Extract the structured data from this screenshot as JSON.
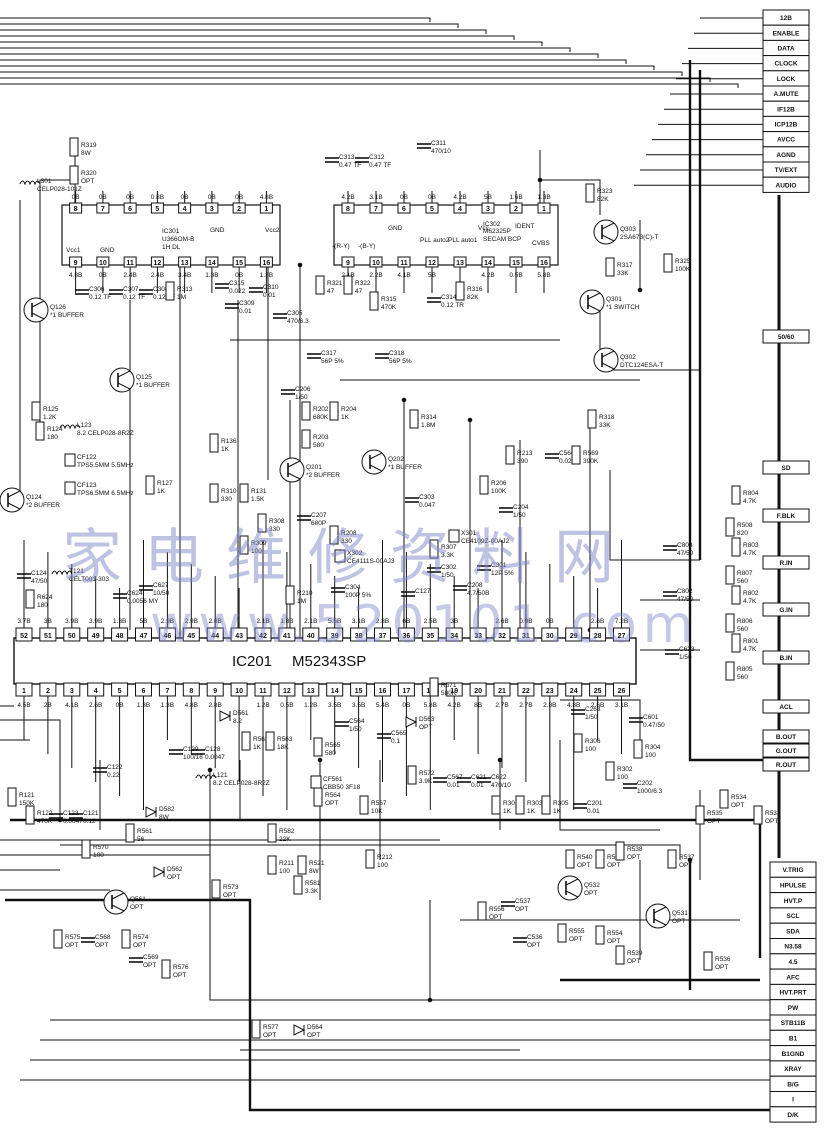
{
  "main_ic": {
    "ref": "IC201",
    "part": "M52343SP"
  },
  "watermark": {
    "line1": "家电维修资料网",
    "line2": "www.520101.com"
  },
  "connector_right": [
    "12B",
    "ENABLE",
    "DATA",
    "CLOCK",
    "LOCK",
    "A.MUTE",
    "IF12B",
    "ICP12B",
    "AVCC",
    "AGND",
    "TV/EXT",
    "AUDIO"
  ],
  "connector_right_mid": [
    "50/60",
    "SD",
    "F.BLK",
    "R.IN",
    "G.IN",
    "B.IN",
    "ACL",
    "B.OUT",
    "G.OUT",
    "R.OUT"
  ],
  "connector_bottom": [
    "V.TRIG",
    "HPULSE",
    "HVT.P",
    "SCL",
    "SDA",
    "N3.58",
    "4.5",
    "AFC",
    "HVT.PRT",
    "PW",
    "STB11B",
    "B1",
    "B1GND",
    "XRAY",
    "B/G",
    "I",
    "D/K"
  ],
  "ic_top_pins": [
    "52",
    "51",
    "50",
    "49",
    "48",
    "47",
    "46",
    "45",
    "44",
    "43",
    "42",
    "41",
    "40",
    "39",
    "38",
    "37",
    "36",
    "35",
    "34",
    "33",
    "32",
    "31",
    "30",
    "29",
    "28",
    "27"
  ],
  "ic_bottom_pins": [
    "1",
    "2",
    "3",
    "4",
    "5",
    "6",
    "7",
    "8",
    "9",
    "10",
    "11",
    "12",
    "13",
    "14",
    "15",
    "16",
    "17",
    "18",
    "19",
    "20",
    "21",
    "22",
    "23",
    "24",
    "25",
    "26"
  ],
  "ic_top_volts": [
    "3.7B",
    "3B",
    "3.9B",
    "3.9B",
    "1.3B",
    "5B",
    "2.9B",
    "2.9B",
    "2.8B",
    "",
    "2.1B",
    "1.8B",
    "2.1B",
    "5.5B",
    "3.1B",
    "2.3B",
    "6B",
    "2.5B",
    "3B",
    "",
    "2.6B",
    "0.9B",
    "0B",
    "",
    "2.6B",
    "7.2B"
  ],
  "ic_bottom_volts": [
    "4.5B",
    "2B",
    "4.1B",
    "2.6B",
    "0B",
    "1.3B",
    "1.3B",
    "4.8B",
    "2.8B",
    "",
    "1.2B",
    "0.5B",
    "1.2B",
    "3.5B",
    "3.5B",
    "5.4B",
    "0B",
    "5.8B",
    "4.2B",
    "8B",
    "2.7B",
    "2.7B",
    "2.8B",
    "4.8B",
    "2.6B",
    "3.1B"
  ],
  "ic301": {
    "ref": "IC301",
    "part": "U366OM-B",
    "desc": "1H DL",
    "top_pins": [
      "8",
      "7",
      "6",
      "5",
      "4",
      "3",
      "2",
      "1"
    ],
    "bottom_pins": [
      "9",
      "10",
      "11",
      "12",
      "13",
      "14",
      "15",
      "16"
    ],
    "labels": [
      "Vcc1",
      "GND",
      "GND",
      "Vcc2"
    ],
    "top_volts": [
      "0B",
      "0B",
      "0B",
      "0.8B",
      "0B",
      "0B",
      "0B",
      "4.8B"
    ],
    "bottom_volts": [
      "4.8B",
      "0B",
      "2.4B",
      "2.4B",
      "3.4B",
      "1.3B",
      "0B",
      "1.3B"
    ]
  },
  "ic302": {
    "ref": "IC302",
    "part": "M62325P",
    "desc": "SECAM BCP",
    "top_pins": [
      "8",
      "7",
      "6",
      "5",
      "4",
      "3",
      "2",
      "1"
    ],
    "bottom_pins": [
      "9",
      "10",
      "11",
      "12",
      "13",
      "14",
      "15",
      "16"
    ],
    "labels": [
      "GND",
      "Vcc",
      "IDENT",
      "-(R-Y)",
      "-(B-Y)",
      "PLL auto2",
      "PLL auto1",
      "CVBS"
    ],
    "top_volts": [
      "4.2B",
      "3.1B",
      "0B",
      "0B",
      "4.2B",
      "5B",
      "1.6B",
      "1.3B"
    ],
    "bottom_volts": [
      "2.1B",
      "2.2B",
      "4.1B",
      "5B",
      "",
      "4.2B",
      "0.5B",
      "5.8B"
    ]
  },
  "components": [
    {
      "ref": "R319",
      "val": "8W"
    },
    {
      "ref": "R320",
      "val": "OPT"
    },
    {
      "ref": "L301",
      "val": "CELP028-101Z"
    },
    {
      "ref": "C306",
      "val": "0.12 TF"
    },
    {
      "ref": "C307",
      "val": "0.12 TF"
    },
    {
      "ref": "C308",
      "val": "0.12 TF"
    },
    {
      "ref": "R313",
      "val": "1M"
    },
    {
      "ref": "C315",
      "val": "0.022"
    },
    {
      "ref": "C310",
      "val": "0.01"
    },
    {
      "ref": "C309",
      "val": "0.01"
    },
    {
      "ref": "C305",
      "val": "470/6.3"
    },
    {
      "ref": "C313",
      "val": "0.47 TF"
    },
    {
      "ref": "C312",
      "val": "0.47 TF"
    },
    {
      "ref": "C311",
      "val": "470/10"
    },
    {
      "ref": "R323",
      "val": "82K"
    },
    {
      "ref": "Q303",
      "val": "2SA673(C)-T"
    },
    {
      "ref": "R317",
      "val": "33K"
    },
    {
      "ref": "R325",
      "val": "100K"
    },
    {
      "ref": "R321",
      "val": "47"
    },
    {
      "ref": "R322",
      "val": "47"
    },
    {
      "ref": "R315",
      "val": "470K"
    },
    {
      "ref": "C314",
      "val": "0.12 TR"
    },
    {
      "ref": "R316",
      "val": "82K"
    },
    {
      "ref": "C317",
      "val": "56P 5%"
    },
    {
      "ref": "C318",
      "val": "56P 5%"
    },
    {
      "ref": "Q301",
      "val": "*1 SWITCH"
    },
    {
      "ref": "Q302",
      "val": "DTC124ESA-T"
    },
    {
      "ref": "Q126",
      "val": "*1 BUFFER"
    },
    {
      "ref": "Q125",
      "val": "*1 BUFFER"
    },
    {
      "ref": "R125",
      "val": "1.2K"
    },
    {
      "ref": "R124",
      "val": "180"
    },
    {
      "ref": "L123",
      "val": "8.2 CELP028-8R2Z"
    },
    {
      "ref": "CF122",
      "val": "TPS5.5MM 5.5MHz"
    },
    {
      "ref": "CF123",
      "val": "TPS6.5MM 6.5MHz"
    },
    {
      "ref": "R127",
      "val": "1K"
    },
    {
      "ref": "R136",
      "val": "1K"
    },
    {
      "ref": "Q124",
      "val": "*2 BUFFER"
    },
    {
      "ref": "C206",
      "val": "1/50"
    },
    {
      "ref": "R202",
      "val": "680K"
    },
    {
      "ref": "R204",
      "val": "1K"
    },
    {
      "ref": "R203",
      "val": "580"
    },
    {
      "ref": "Q201",
      "val": "*2 BUFFER"
    },
    {
      "ref": "Q202",
      "val": "*1 BUFFER"
    },
    {
      "ref": "R314",
      "val": "1.8M"
    },
    {
      "ref": "R318",
      "val": "33K"
    },
    {
      "ref": "R213",
      "val": "390"
    },
    {
      "ref": "C566",
      "val": "0.022"
    },
    {
      "ref": "R569",
      "val": "390K"
    },
    {
      "ref": "R206",
      "val": "100K"
    },
    {
      "ref": "C303",
      "val": "0.047"
    },
    {
      "ref": "C204",
      "val": "1/50"
    },
    {
      "ref": "C207",
      "val": "680P"
    },
    {
      "ref": "R208",
      "val": "330"
    },
    {
      "ref": "X302",
      "val": "CE4111S-00AJ3"
    },
    {
      "ref": "X301",
      "val": "CE4109Z-00AJ2"
    },
    {
      "ref": "R307",
      "val": "3.3K"
    },
    {
      "ref": "C302",
      "val": "1/50"
    },
    {
      "ref": "C301",
      "val": "12P 5%"
    },
    {
      "ref": "C208",
      "val": "4.7/50B"
    },
    {
      "ref": "C304",
      "val": "100P 5%"
    },
    {
      "ref": "R210",
      "val": "1M"
    },
    {
      "ref": "C127",
      "val": ""
    },
    {
      "ref": "R310",
      "val": "330"
    },
    {
      "ref": "R131",
      "val": "1.5K"
    },
    {
      "ref": "R309",
      "val": "100"
    },
    {
      "ref": "R308",
      "val": "330"
    },
    {
      "ref": "C124",
      "val": "47/50"
    },
    {
      "ref": "R624",
      "val": "180"
    },
    {
      "ref": "T121",
      "val": "CELT001-303"
    },
    {
      "ref": "C624",
      "val": "0.0056 MY"
    },
    {
      "ref": "C627",
      "val": "10/50"
    },
    {
      "ref": "R804",
      "val": "4.7K"
    },
    {
      "ref": "R508",
      "val": "820"
    },
    {
      "ref": "R803",
      "val": "4.7K"
    },
    {
      "ref": "R807",
      "val": "560"
    },
    {
      "ref": "R802",
      "val": "4.7K"
    },
    {
      "ref": "R806",
      "val": "560"
    },
    {
      "ref": "R801",
      "val": "4.7K"
    },
    {
      "ref": "R805",
      "val": "560"
    },
    {
      "ref": "C803",
      "val": "47/50"
    },
    {
      "ref": "C802",
      "val": "47/50"
    },
    {
      "ref": "C623",
      "val": "1/50"
    },
    {
      "ref": "C263",
      "val": "1/50"
    },
    {
      "ref": "C601",
      "val": "0.47/50"
    },
    {
      "ref": "R306",
      "val": "100"
    },
    {
      "ref": "R304",
      "val": "100"
    },
    {
      "ref": "R302",
      "val": "100"
    },
    {
      "ref": "C202",
      "val": "1000/6.3"
    },
    {
      "ref": "R301",
      "val": "1K"
    },
    {
      "ref": "R303",
      "val": "1K"
    },
    {
      "ref": "R305",
      "val": "1K"
    },
    {
      "ref": "C201",
      "val": "0.01"
    },
    {
      "ref": "C129",
      "val": "100/16"
    },
    {
      "ref": "C128",
      "val": "0.0047"
    },
    {
      "ref": "D561",
      "val": "8.2"
    },
    {
      "ref": "R562",
      "val": "1K"
    },
    {
      "ref": "R563",
      "val": "18K"
    },
    {
      "ref": "L121",
      "val": "8.2 CELP028-8R2Z"
    },
    {
      "ref": "C122",
      "val": "0.22"
    },
    {
      "ref": "R121",
      "val": "150K"
    },
    {
      "ref": "R122",
      "val": "470K"
    },
    {
      "ref": "C123",
      "val": "0.0047"
    },
    {
      "ref": "C121",
      "val": "0.12"
    },
    {
      "ref": "CF561",
      "val": "CBB50 3F18"
    },
    {
      "ref": "C564",
      "val": "1/50"
    },
    {
      "ref": "C565",
      "val": "0.1"
    },
    {
      "ref": "R565",
      "val": "580"
    },
    {
      "ref": "R564",
      "val": "OPT"
    },
    {
      "ref": "R567",
      "val": "10K"
    },
    {
      "ref": "D563",
      "val": "OPT"
    },
    {
      "ref": "R571",
      "val": "580K"
    },
    {
      "ref": "R572",
      "val": "3.9K"
    },
    {
      "ref": "C567",
      "val": "0.01"
    },
    {
      "ref": "C621",
      "val": "0.01"
    },
    {
      "ref": "C622",
      "val": "470/10"
    },
    {
      "ref": "D582",
      "val": "8W"
    },
    {
      "ref": "R561",
      "val": "56"
    },
    {
      "ref": "R570",
      "val": "100"
    },
    {
      "ref": "R582",
      "val": "22K"
    },
    {
      "ref": "R211",
      "val": "100"
    },
    {
      "ref": "R521",
      "val": "8W"
    },
    {
      "ref": "R581",
      "val": "3.3K"
    },
    {
      "ref": "R212",
      "val": "100"
    },
    {
      "ref": "D562",
      "val": "OPT"
    },
    {
      "ref": "Q561",
      "val": "OPT"
    },
    {
      "ref": "R573",
      "val": "OPT"
    },
    {
      "ref": "R575",
      "val": "OPT"
    },
    {
      "ref": "C568",
      "val": "OPT"
    },
    {
      "ref": "R574",
      "val": "OPT"
    },
    {
      "ref": "C569",
      "val": "OPT"
    },
    {
      "ref": "R576",
      "val": "OPT"
    },
    {
      "ref": "R577",
      "val": "OPT"
    },
    {
      "ref": "D564",
      "val": "OPT"
    },
    {
      "ref": "R535",
      "val": "OPT"
    },
    {
      "ref": "R534",
      "val": "OPT"
    },
    {
      "ref": "R533",
      "val": "OPT"
    },
    {
      "ref": "R540",
      "val": "OPT"
    },
    {
      "ref": "R541",
      "val": "OPT"
    },
    {
      "ref": "R538",
      "val": "OPT"
    },
    {
      "ref": "R537",
      "val": "OPT"
    },
    {
      "ref": "Q532",
      "val": "OPT"
    },
    {
      "ref": "Q531",
      "val": "OPT"
    },
    {
      "ref": "R556",
      "val": "OPT"
    },
    {
      "ref": "C537",
      "val": "OPT"
    },
    {
      "ref": "C536",
      "val": "OPT"
    },
    {
      "ref": "R555",
      "val": "OPT"
    },
    {
      "ref": "R554",
      "val": "OPT"
    },
    {
      "ref": "R539",
      "val": "OPT"
    },
    {
      "ref": "R536",
      "val": "OPT"
    }
  ]
}
